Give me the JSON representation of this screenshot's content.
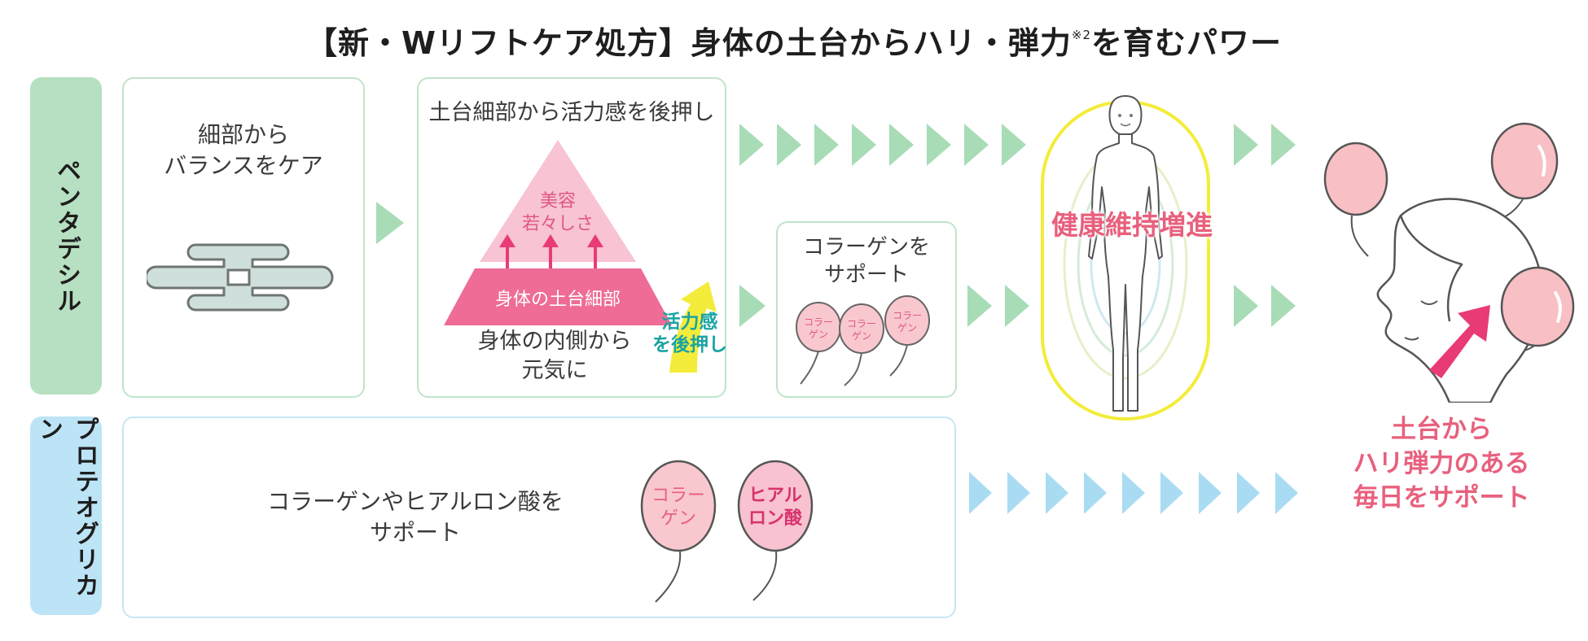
{
  "title": {
    "main": "【新・Wリフトケア処方】身体の土台からハリ・弾力",
    "note": "※2",
    "tail": "を育むパワー"
  },
  "rows": {
    "pentadesil": {
      "label": "ペンタデシル",
      "color": "#b6e0c1"
    },
    "proteoglycan": {
      "label": "プロテオグリカン",
      "color": "#bde4f6"
    }
  },
  "box1": {
    "line1": "細部から",
    "line2": "バランスをケア"
  },
  "box2": {
    "heading": "土台細部から活力感を後押し",
    "pyramid_top_line1": "美容",
    "pyramid_top_line2": "若々しさ",
    "pyramid_base": "身体の土台細部",
    "body_line1": "身体の内側から",
    "body_line2": "元気に",
    "boost_line1": "活力感",
    "boost_line2": "を後押し"
  },
  "box3": {
    "line1": "コラーゲンを",
    "line2": "サポート",
    "balloon_line1": "コラー",
    "balloon_line2": "ゲン"
  },
  "figure": {
    "label": "健康維持増進"
  },
  "box4": {
    "line1": "コラーゲンやヒアルロン酸を",
    "line2": "サポート",
    "balloon1_line1": "コラー",
    "balloon1_line2": "ゲン",
    "balloon2_line1": "ヒアル",
    "balloon2_line2": "ロン酸"
  },
  "goal": {
    "line1": "土台から",
    "line2": "ハリ弾力のある",
    "line3": "毎日をサポート"
  },
  "colors": {
    "pink": "#e8607d",
    "green_arrow": "#a8dcb6",
    "blue_arrow": "#a9dcf3",
    "teal": "#1aa3a3",
    "yellow": "#f3ec3a",
    "magenta": "#e83b76"
  }
}
